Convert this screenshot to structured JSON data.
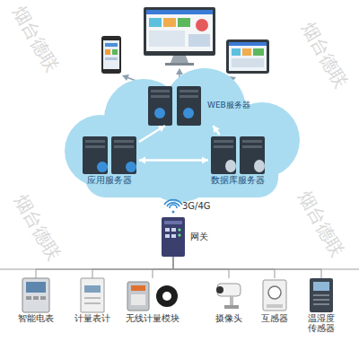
{
  "diagram": {
    "nodes": [
      {
        "text": [
          "WEB服务器"
        ]
      },
      {
        "text": [
          "应用服务器"
        ]
      },
      {
        "text": [
          "数据库服务器"
        ]
      },
      {
        "text": [
          "网关"
        ]
      },
      {
        "text": [
          "智能电表"
        ]
      },
      {
        "text": [
          "计量表计"
        ]
      },
      {
        "text": [
          "无线计量模块"
        ]
      },
      {
        "text": [
          "摄像头"
        ]
      },
      {
        "text": [
          "互感器"
        ]
      },
      {
        "text": [
          "温湿度传感器"
        ]
      }
    ],
    "edges": [
      {
        "from": 1,
        "to": 0,
        "arrow": "to"
      },
      {
        "from": 2,
        "to": 0,
        "arrow": "to"
      },
      {
        "from": 1,
        "to": 2,
        "arrow": "both"
      },
      {
        "from": 3,
        "to": 4,
        "arrow": "none"
      },
      {
        "from": 3,
        "to": 5,
        "arrow": "none"
      },
      {
        "from": 3,
        "to": 6,
        "arrow": "none"
      },
      {
        "from": 3,
        "to": 7,
        "arrow": "none"
      },
      {
        "from": 3,
        "to": 8,
        "arrow": "none"
      },
      {
        "from": 3,
        "to": 9,
        "arrow": "none"
      }
    ],
    "labels": [
      "3G/4G",
      "烟台德联",
      "烟台德联",
      "烟台德联",
      "烟台德联"
    ]
  }
}
